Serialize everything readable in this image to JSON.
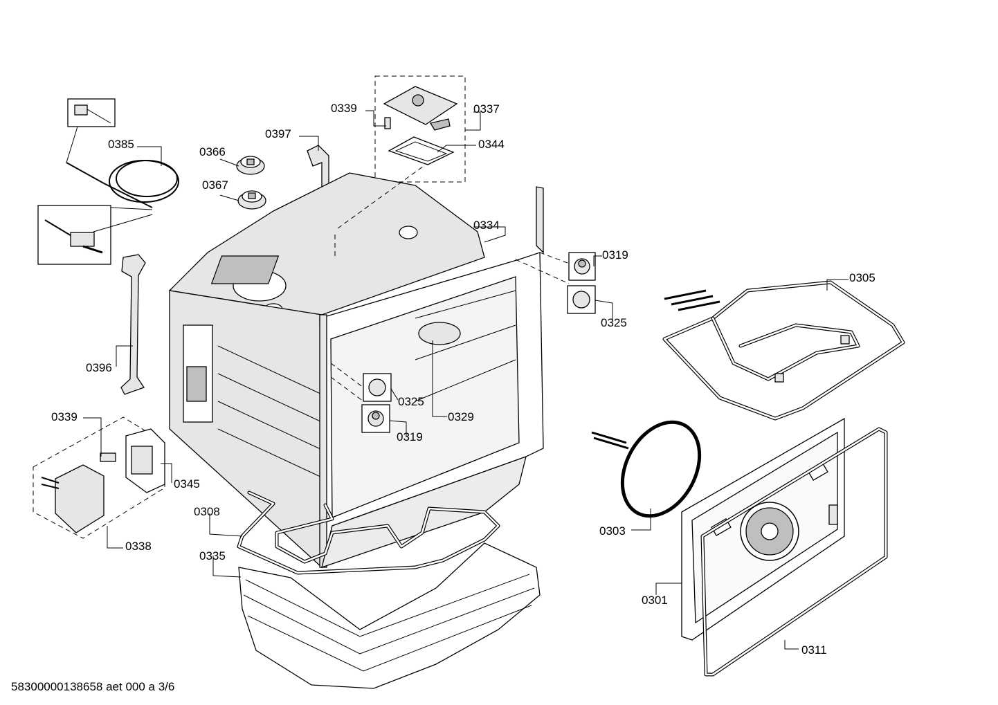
{
  "labels": [
    {
      "id": "0385",
      "text": "0385"
    },
    {
      "id": "0366",
      "text": "0366"
    },
    {
      "id": "0367",
      "text": "0367"
    },
    {
      "id": "0397",
      "text": "0397"
    },
    {
      "id": "0339-top",
      "text": "0339"
    },
    {
      "id": "0337",
      "text": "0337"
    },
    {
      "id": "0344",
      "text": "0344"
    },
    {
      "id": "0334",
      "text": "0334"
    },
    {
      "id": "0319-right",
      "text": "0319"
    },
    {
      "id": "0325-right",
      "text": "0325"
    },
    {
      "id": "0305",
      "text": "0305"
    },
    {
      "id": "0396",
      "text": "0396"
    },
    {
      "id": "0325-center",
      "text": "0325"
    },
    {
      "id": "0329",
      "text": "0329"
    },
    {
      "id": "0319-center",
      "text": "0319"
    },
    {
      "id": "0339-left",
      "text": "0339"
    },
    {
      "id": "0345",
      "text": "0345"
    },
    {
      "id": "0338",
      "text": "0338"
    },
    {
      "id": "0308",
      "text": "0308"
    },
    {
      "id": "0335",
      "text": "0335"
    },
    {
      "id": "0303",
      "text": "0303"
    },
    {
      "id": "0301",
      "text": "0301"
    },
    {
      "id": "0311",
      "text": "0311"
    }
  ],
  "footer": {
    "text": "58300000138658 aet 000 a 3/6"
  }
}
